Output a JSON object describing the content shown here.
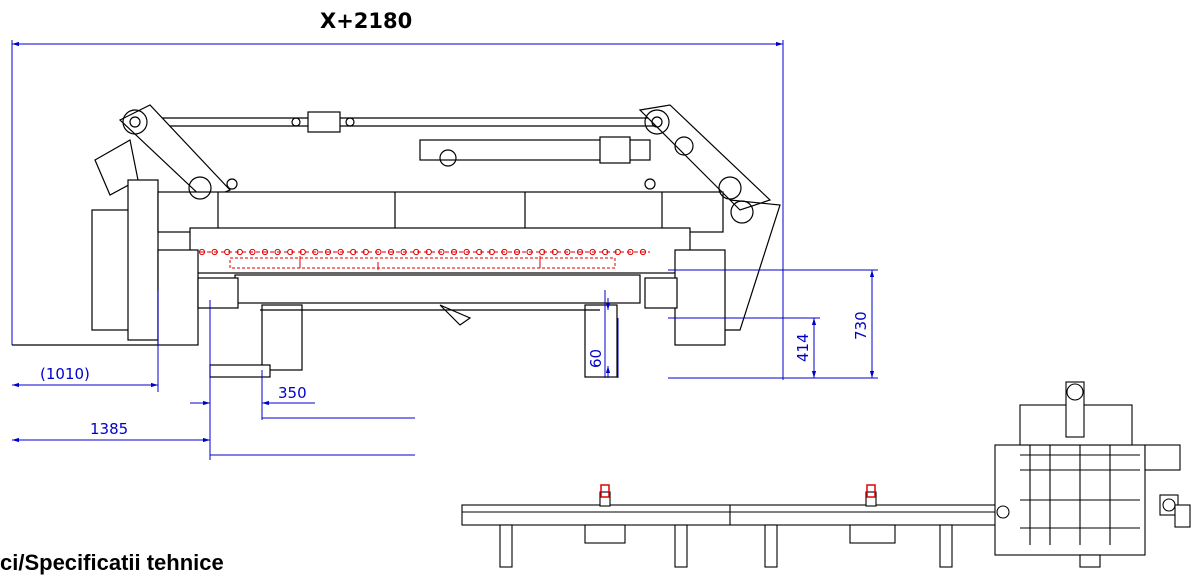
{
  "title_dimension": "X+2180",
  "dimensions": {
    "d1010": "(1010)",
    "d1385": "1385",
    "d350": "350",
    "d60": "60",
    "d414": "414",
    "d730": "730"
  },
  "footer_text": "ci/Specificatii tehnice",
  "colors": {
    "dimension": "#0000cc",
    "outline": "#000000",
    "marker": "#e00000"
  }
}
